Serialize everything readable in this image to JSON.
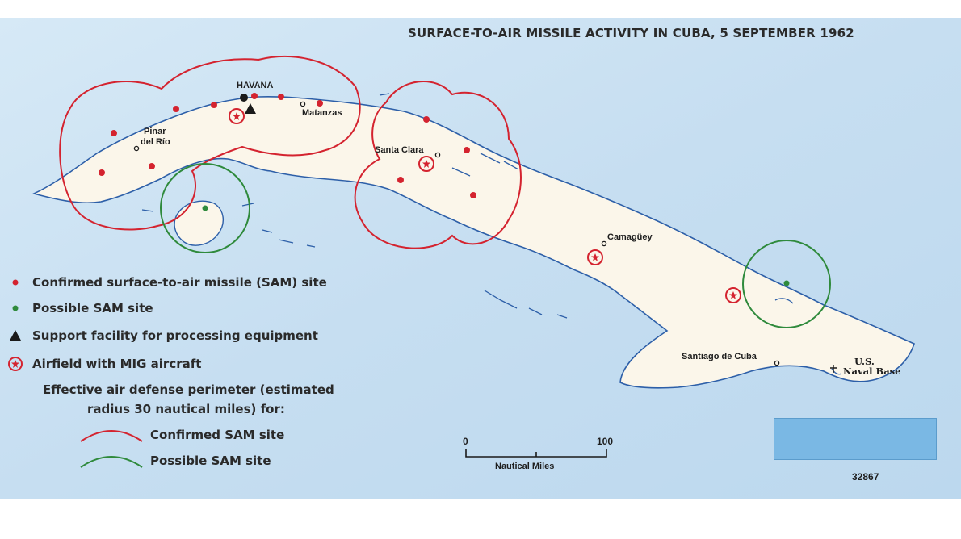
{
  "map": {
    "title": "SURFACE-TO-AIR MISSILE ACTIVITY IN CUBA, 5 SEPTEMBER 1962",
    "document_number": "32867",
    "places": {
      "havana": "HAVANA",
      "matanzas": "Matanzas",
      "pinar_line1": "Pinar",
      "pinar_line2": "del Río",
      "santa_clara": "Santa Clara",
      "camaguey": "Camagüey",
      "santiago": "Santiago de Cuba",
      "naval_line1": "U.S.",
      "naval_line2": "Naval Base"
    },
    "legend": {
      "confirmed_sam": "Confirmed surface-to-air missile (SAM) site",
      "possible_sam": "Possible SAM site",
      "support_facility": "Support facility for processing equipment",
      "airfield_mig": "Airfield with MIG aircraft",
      "perimeter_line1": "Effective air defense perimeter (estimated",
      "perimeter_line2": "radius 30 nautical miles) for:",
      "perimeter_confirmed": "Confirmed SAM site",
      "perimeter_possible": "Possible SAM site"
    },
    "scale": {
      "start": "0",
      "end": "100",
      "unit": "Nautical Miles"
    },
    "colors": {
      "sea": "#cde3f3",
      "land": "#fbf6ea",
      "coast": "#2d5fa8",
      "confirmed": "#d4232f",
      "possible": "#2f8a3c",
      "support": "#1a1a1a"
    },
    "icons": {
      "confirmed_sam": "red-dot-icon",
      "possible_sam": "green-dot-icon",
      "support_facility": "black-triangle-icon",
      "airfield_mig": "red-star-circle-icon"
    }
  }
}
